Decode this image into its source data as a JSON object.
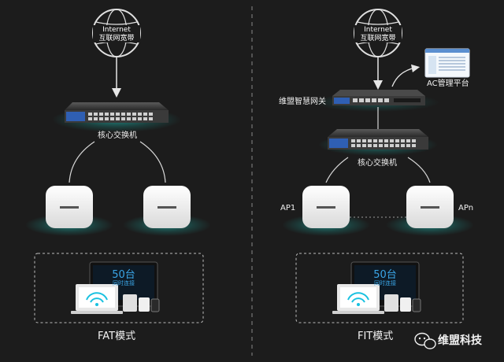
{
  "fat": {
    "internet_en": "Internet",
    "internet_cn": "互联网宽带",
    "core_switch": "核心交换机",
    "screen_count": "50台",
    "screen_sub": "同时连接",
    "mode_label": "FAT模式"
  },
  "fit": {
    "internet_en": "Internet",
    "internet_cn": "互联网宽带",
    "gateway": "维盟智慧网关",
    "ac_platform": "AC管理平台",
    "core_switch": "核心交换机",
    "ap1": "AP1",
    "apn": "APn",
    "screen_count": "50台",
    "screen_sub": "同时连接",
    "mode_label": "FIT模式"
  },
  "brand": {
    "name": "维盟科技",
    "icon": "wechat-icon"
  },
  "colors": {
    "background": "#1c1c1c",
    "glow": "#1fd3c9",
    "device_blue": "#2f5fb3",
    "screen_blue": "#3aa5e6",
    "line": "#d8d8d8"
  }
}
